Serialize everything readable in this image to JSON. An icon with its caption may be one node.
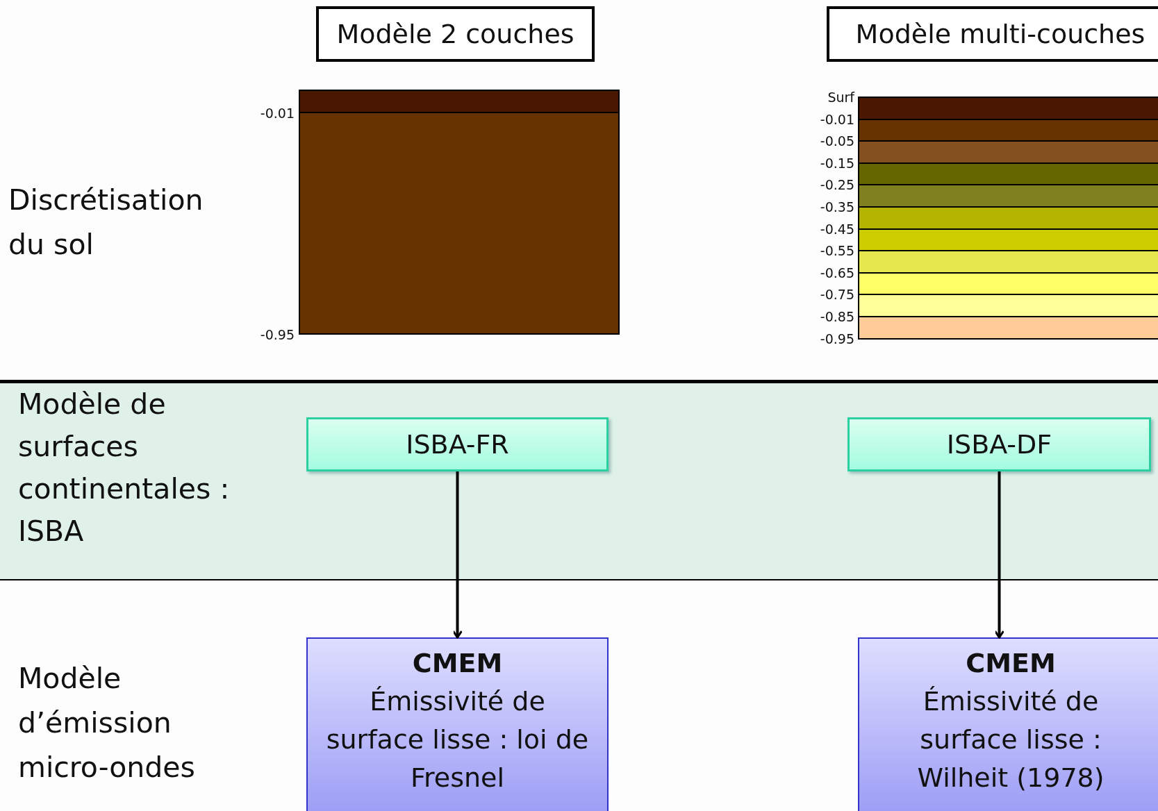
{
  "diagram": {
    "nodes": [
      {
        "text": [
          "Modèle 2 couches"
        ]
      },
      {
        "text": [
          "Modèle multi-couches"
        ]
      },
      {
        "text": [
          "Modèle de surfaces continentales : ISBA"
        ]
      },
      {
        "text": [
          "ISBA-FR"
        ],
        "in": 2
      },
      {
        "text": [
          "ISBA-DF"
        ],
        "in": 2
      },
      {
        "text": [
          "CMEM",
          "Émissivité de surface lisse : loi de Fresnel"
        ]
      },
      {
        "text": [
          "CMEM",
          "Émissivité de surface lisse : Wilheit (1978)"
        ]
      }
    ],
    "edges": [
      {
        "from": 3,
        "to": 5,
        "arrow": "to"
      },
      {
        "from": 4,
        "to": 6,
        "arrow": "to"
      }
    ],
    "labels": [
      "Discrétisation du sol",
      "-0.01",
      "-0.95",
      "Surf",
      "-0.01",
      "-0.05",
      "-0.15",
      "-0.25",
      "-0.35",
      "-0.45",
      "-0.55",
      "-0.65",
      "-0.75",
      "-0.85",
      "-0.95",
      "Modèle d’émission micro-ondes"
    ]
  }
}
